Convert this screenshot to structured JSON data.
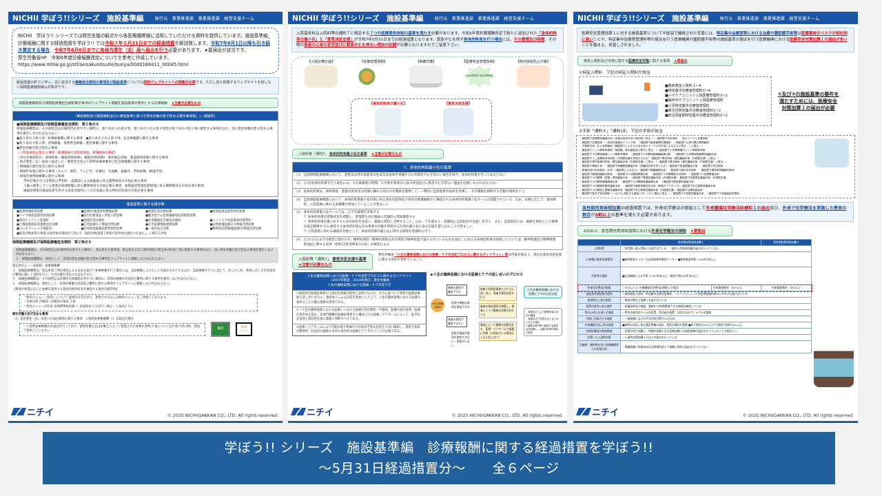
{
  "panels": [
    {
      "header": {
        "title": "NICHII 学ぼう!!シリーズ　施設基準編",
        "publisher": "発行元　事業推進部　事業推進課　経営支援チーム"
      },
      "intro": {
        "p1": "NICHII　学ぼう!! シリーズでは経営支援の観点から各医療機関様に活用していただける資料を提供しています。施設基準編_診療報酬に関する経過措置を学ぼう!! では",
        "p1_red": "令和７年５月31日までの経過措置",
        "p2": "を解説致します。",
        "p2_blue": "令和7年6月1日以降も引き続き算定する場合",
        "p2b": "、",
        "p2_red": "令和7年6月6日までに各地方厚生（支）局へ届出を行う",
        "p3": "必要があります。★要届出が該当です。",
        "p4": "厚生労働省HP　令和6年度診療報酬改定についてを参考に作成しています。",
        "url": "https://www.mhlw.go.jp/stf/seisakunitsuite/bunya/0000188411_00045.html"
      },
      "notice": {
        "a": "経過措置の終了に伴い、次に該当する",
        "a_blue": "療養担当規則の事項及び施設基準",
        "b": "については",
        "b_red": "原則ウェブサイトへの掲載が必要",
        "c": "です。ただし自ら管理するウェブサイトを有しない保険医療機関等は対象外です。"
      },
      "tag": {
        "text": "保険医療機関及び保険医療養担当規則掲示事項のウェブサイト掲載を施設基準の要件とする診療報酬",
        "star": "★注意が必要なもの"
      },
      "section1": {
        "bar": "「療担規則及び薬担規則並びに療担基準に基づき厚生労働大臣が定める掲示事項等」（一部抜粋）",
        "heading": "■保険医療機関及び保険医療養担当規則　第２条の６",
        "lines": [
          "保険医療機関は、その病院又は診療所内の見やすい場所に、第５条の３の第４項、第５条の３の２第４項及び第５条の４第２項に規定する事項のほか、別に厚生労働大臣が定める事項を掲示しなければならない",
          "●第５条の３第４項：食事療養費に関する事項　●第５条の３の２第４項：生活療養費に関する事項",
          "●第５条の４第２項：評価療養、患者申出療養、選定療養に関する事項",
          "●厚生労働大臣が定める事項",
          "・入院基本料に関する事項（看護要員の対患者割合、看護要員の構成）",
          "・DPC対象病院の、基礎係数、機能評価係数Ⅰ、機能評価係数Ⅱ、救急補正係数、激変緩和係数に関する事項",
          "・地方厚生（支）局長へ届出した、算定告示及び入院時食事療養及び生活療養費に関する事項",
          "・明細書の発行状況に関する事項",
          "・保険外負担に関する事項（オムツ、病衣、テレビ代、文書料、交通費、容器代、予防接種、郵送代等）",
          "・保険外併用療養費に関する事項",
          "予約診察を行う日時及び予約料　金属床による総義歯に係る費用徴収その他必要な事項",
          "う蝕に罹患している患者の指導管理に係る費用徴収その他必要な事項　金属歯冠修復指導管理に係る費用徴収その他必要な事項",
          "眼鏡装用率の軽減効果を有する多焦点眼内レンズの支給に係る特別の料金その他必要な事項"
        ]
      },
      "section2": {
        "bar": "施設基準に関する掲示等",
        "items": [
          "■医療情報取得加算",
          "■医療DX推進体制整備加算",
          "■地域包括診療加算",
          "■後発医薬品使用体制加算",
          "■バイオ後続品使用体制加算",
          "■協力対象施設入所者入院加算",
          "■難治性がん性疼痛緩和指導管理加算",
          "",
          "■院内トリアージ実施料",
          "■地域包括診療料",
          "■外来腫瘍化学療法診療料",
          "■ハイリスク妊産婦共同管理料",
          "■介護保険施設等連携往診加算",
          "■在宅医療ＤＸ情報活用加算",
          "■在宅医療情報連携加算",
          "■訪問看護医療ＤＸ情報活用加算",
          "■コンタクトレンズ検査料",
          "■外来後発医薬品使用体制加算",
          "■一般名処方加算",
          "■精神科訪問看護医療DX情報活用加算"
        ],
        "last": "■医科点数表第２章第10部手術の通則の５及び６（歯科点数表第２章第９部手術の通則４を含む。）に掲げる手術"
      },
      "section3": {
        "heading": "保険医療機関及び保険医療養担当規則　第２条の６",
        "quote": "保険医療機関は、その病院又は診療所内の見やすい場所に、第五条の三第四項、第五条の三の二第四項及び第五条の四第二項に規定する事項のほか、別に厚生労働大臣が定める事項を掲示しなければならない。\n２　保険医療機関は、原則として、前項の厚生労働大臣が定める事項をウェブサイトに掲載しなければならない。",
        "sub": "第五条の三（一部抜粋）食事療養費",
        "lines": [
          "３　保険医療機関は、第五条第二項の規定による支払を受けて食事療養を行う場合には、当該療養にふさわしい内容のものとするほか、当該療養を行うに当たり、あらかじめ、患者に対しその内容及び費用に関して説明を行い、その同意を得なければならない。",
          "４　保険医療機関は、その病院又は診療所の病棟等の見やすい場所に、前項の療養の内容及び費用に関する事項を掲示しなければならない。",
          "５　保険医療機関は、原則として、前項の療養の内容及び費用に関する事項をウェブサイトに掲載しなければならない。"
        ],
        "example_title": "【患者の希望に応じた食事を提供する場合の特別料金を徴収する場合の掲示例】",
        "example": "「特別メニュー（有料）について 医師の許可があり、希望される方には特別メニューをご用意しております。\n・対象日時 月曜日～日曜日の毎日 夕食\n・特別メニューの料金 食事標準負担額 ＋ 追加料金 1,100円（税込・１食あたり）」",
        "minister_title": "厚生労働大臣が定める事項",
        "minister_line": "（3）地方厚生（支）局長への届出事項に関する事項　入院時食事療養費（Ⅰ）の届出の場合",
        "example2": "「入院時食事療養(Ⅰ)の届出を行っており、管理栄養士又は栄養士によって管理された食事を適時(夕食については午後６時以降)、適温で提供しています。」",
        "board_label": "掲示",
        "web_label": "WEB\nサイト"
      },
      "footer": {
        "logo": "ニチイ",
        "copyright": "© 2025  NICHIIGAKKAN CO., LTD. All rights reserved."
      }
    },
    {
      "header": {
        "title": "NICHII 学ぼう!!シリーズ　施設基準編",
        "publisher": "発行元　事業推進部　事業推進課　経営支援チーム"
      },
      "intro": {
        "a": "入院基本料は入院料等の通則７に規定する",
        "a_blue": "７つの医療提供体制の基準を満たす",
        "b": "必要があります。令和6年度診療報酬改定で新たに追加された",
        "b_red": "「身体的拘束の最小化」と「意思決定支援」",
        "c": "が令和7年5月31日までの経過措置となります。緊急やむを得ず",
        "c_blue": "身体的拘束を行う場合",
        "d": "には、",
        "d_red": "その態様及び時間",
        "e": "、その際の",
        "e_red": "患者の心身の状況並びに緊急やむを得ない理由の記録",
        "f": "が必要となりますのでご留意下さい。"
      },
      "pictograms": [
        {
          "label": "【入院診療計画】"
        },
        {
          "label": "【栄養管理体制】"
        },
        {
          "label": "【褥瘡対策】"
        },
        {
          "label": "【医療安全管理体制】",
          "badge": "Incident accident"
        },
        {
          "label": "【院内感染防止対策】"
        }
      ],
      "highlight": [
        {
          "label": "【身体的拘束の最小化】"
        },
        {
          "label": "【意思決定支援】"
        }
      ],
      "tag1": {
        "prefix": "入院料等「通則7」",
        "title": "身体的拘束最小化の基準",
        "star": "★注意が必要なもの"
      },
      "criteria": {
        "bar": "7．身体的拘束最小化の基準",
        "rows": [
          {
            "no": "(1)",
            "text": "当該保険医療機関において、患者又は他の患者等の生命又は身体を保護するため緊急やむを得ない場合を除き、身体的拘束を行ってはならない"
          },
          {
            "no": "(2)",
            "text": "(1)の身体的拘束を行う場合には、その態様及び時間、その際の患者の心身の状況並びに緊急やむを得ない理由を記録しなければならない"
          },
          {
            "no": "(3)",
            "text": "身体的拘束は、抑制帯等、患者の身体又は衣服に触れる何らかの用具を使用して、一時的に当該患者の身体を拘束し、その運動を抑制する行動の制限をいう"
          },
          {
            "no": "(4)",
            "text": "当該保険医療機関において、身体的拘束最小化対策に係る専任の医師及び専任の看護職員から構成される身体的拘束最小化チームが設置されている　なお、必要に応じて、薬剤師等、入院医療に携わる多職種が参加していることが望ましい"
          },
          {
            "no": "(5)",
            "text": "身体的拘束最小化チームでは、以下の業務を実施する\nア 身体的拘束の実施状況を把握し、管理者を含む職員に定期的に周知徹底する\nイ 身体的拘束を最小化するための指針を作成し、職員に周知し活用すること。なお、アを踏まえ、定期的に当該指針の見直しを行う　また、当該指針には、鎮静を目的とした薬物の適正使用や(3)に規定する身体的拘束以外の患者の行動を制限する行為の最小化に係る内容を盛り込むことが望ましい\nウ 入院患者に係わる職員を対象として、身体的拘束の最小化に関する研修を定期的に行う"
          },
          {
            "no": "(6)",
            "text": "(1)から(5)までの規定に関わらず、精神科病院（精神科病院以外の病院で精神病室が設けられているものを含む）における身体的拘束の取扱いについては、精神保健及び精神障害者福祉に関する法律（昭和25年法律第123号）の規定による"
          }
        ]
      },
      "tag2": {
        "prefix": "入院料等「通則7」",
        "title": "意思決定支援の基準",
        "star": "★注意が必要なもの"
      },
      "guideline_note": {
        "a": "厚生労働省",
        "a_red": "「人生の最終段階における医療・ケアの決定プロセスに関するガイドライン」等",
        "b": "の内容を踏まえ、適切な意思決定支援に関する指針を定めていること"
      },
      "guideline": {
        "head1": "人生の最終段階における医療・ケアの決定プロセスに関するガイドライン",
        "head2": "（2007年制定、2018年改訂）厚生労働省",
        "head3": "人生の最終段階における医療・ケアの在り方",
        "items": [
          "①医師等の医療従事者から適切な情報の提供と説明がなされ、それに基づいて患者が医療従事者と話し合いを行い、患者本人による決定を基本とした上で、人生の最終段階における医療を進めることが最も重要な原則である。",
          "②「人生の最終段階における医療」における医療行為の開始・不開始、医療内容の変更、医療行為の中止等は、多専門職種の医療従事者から構成される医療・ケアチームによって、医学的妥当性と適切性を基に慎重に判断すべきである。",
          "③医療・ケアチームにより可能な限り疼痛やその他の不快な症状を十分に緩和し、患者や家族の精神的・社会的な援助も含めた総合的な医療とケアを行うことが必要である。"
        ]
      },
      "process": {
        "title": "▶人生の最終段階における医療とケアの話し合いのプロセス",
        "center": "十分な情報の提供",
        "left1": "患者の意思が確認できる",
        "left2": "家族が患者の意思を推定できる",
        "left3": "患者の意思が確認できない",
        "left4": "家族が患者の意思を推定できない・家族がいない",
        "mid1": "患者と医療従事者とが十分に話し合い、患者が意思決定を行う",
        "mid2": "患者の推定意思を尊重し、患者にとって最善の治療方針をとる",
        "mid3": "患者にとって最善の治療方針を、医療・ケアチームで慎重に判断（※家族がいる場合は十分に話し合う）",
        "result": "人生の最終段階における医療とケアの方針決定",
        "side": "・病態などにより医療内容の決定が困難\n・家族の中で意見がまとまらないなどの場合\n→複数の専門家で構成する委員会を設置し、治療方針等の検討や助言"
      },
      "footer": {
        "logo": "ニチイ",
        "copyright": "© 2025  NICHIIGAKKAN CO., LTD. All rights reserved."
      }
    },
    {
      "header": {
        "title": "NICHII 学ぼう!!シリーズ　施設基準編",
        "publisher": "発行元　事業推進部　事業推進課　経営支援チーム"
      },
      "intro": {
        "a": "医療安全管理加算１に対する施設基準について中医協で議論された背景には、",
        "a_blue": "特定集中治療室等における治療や腹腔鏡手術等",
        "b": "は",
        "b_red": "医療事故のリスクが相対的に高い",
        "c": "ことや、特定集中治療室管理料等の届出を行う医療機関や腹腔鏡手術等の施設基準の届出を行う医療機関における",
        "c_red": "医療安全対策加算１の届出が多い",
        "d": "ことを踏まえ、見直しされました。"
      },
      "tag1": {
        "prefix": "特定入院料及び手術に関する",
        "title": "医療安全対策",
        "suffix": "に関する事項",
        "star": "★要届出"
      },
      "sub1": {
        "title": "①特定入院料　下記の特定入院料が該当",
        "items": [
          "■救命救急入院料１～4",
          "■特定集中治療室管理料1～4",
          "■ハイケアユニット入院医療管理料1～2",
          "■脳卒中ケアユニット入院医療管理料",
          "■小児特定集中治療室管理料",
          "■新生児特定集中治療室管理料1～2",
          "■総合周産期特定集中治療室管理料1～2"
        ]
      },
      "callout": "①及び②の施設基準の要件を満たすためには、医療安全対策加算１の届出が必要",
      "sub2": {
        "title": "②手術「通則４」「通則18」 下記の手術が該当",
        "lines": [
          "・胸腔鏡下縦隔悪性腫瘍手術（気管支形成を伴う肺切除に限る。）・胸腔鏡下弁形成術　・経カテーテル弁置換術",
          "・胸腔鏡下弁置換術　・経皮的僧帽弁クリップ術　・胸腔鏡下動脈管開存閉鎖術　・胸腔鏡下心房中隔欠損閉鎖術",
          "・不整脈手術（左心耳閉鎖術（胸腔鏡下によるもの及び経カテーテル的手術によるものに限る。）に限る。）",
          "・腹腔鏡下リンパ節群郭清術（後腹膜、傍大動脈及び側方に限る。）・腹腔鏡下小切開骨盤内リンパ節群郭清術",
          "・腹腔鏡下小切開後腹膜リンパ節群郭清術　・腹腔鏡下小切開後腹膜腫瘍摘出術　・腹腔鏡下小切開後腹膜悪性腫瘍手術",
          "・腹腔鏡下十二指腸局所切除術（内視鏡処置を併施するもの）・腹腔鏡下胃切除術（悪性腫瘍手術（内視鏡支援）に限る。）",
          "・腹腔鏡下噴門側胃切除術（悪性腫瘍手術（内視鏡支援）に限る。）・腹腔鏡下胃全摘術（悪性腫瘍手術（内視鏡支援）に限る。）",
          "・腹腔鏡下胃縮小術　・腹腔鏡下胆嚢悪性腫瘍手術（胆嚢床切除を伴うもの）・腹腔鏡下胆道閉鎖症手術　・腹腔鏡下肝切除術",
          "・移植用部分肝採取術（生体）（腹腔鏡によるもの）・腹腔鏡下膵腫瘍摘出術　・腹腔鏡下膵中央切除術　・腹腔鏡下膵体尾部腫瘍切除術",
          "・腹腔鏡下膵頭部腫瘍切除術　・腹腔鏡下小切開副腎摘出術　・腹腔鏡下小切開腎部分切除術　・腹腔鏡下小切開腎摘出術",
          "・腹腔鏡下小切開腎（尿管）悪性腫瘍手術　・腹腔鏡下腎悪性腫瘍手術（内視鏡支援）・腹腔鏡下尿管悪性腫瘍手術（内視鏡支援）",
          "・腹腔鏡下小切開尿管腫瘍摘出術　・腹腔鏡下小切開膀胱腫瘍摘出術　・腹腔鏡下膀胱悪性腫瘍手術",
          "・腹腔鏡下小切開膀胱悪性腫瘍手術　・腹腔鏡下膀胱尿管逆流手術（膀胱外アプローチ）・腹腔鏡下前立腺悪性腫瘍手術",
          "・腹腔鏡下小切開前立腺悪性腫瘍手術・腹腔鏡下前立腺悪性腫瘍手術（内視鏡支援）・腹腔鏡下仙骨腟固定術",
          "・腹腔鏡下腟式子宮全摘術（一の(3)に規定する患者に対して行う場合に限る。）・腹腔鏡下子宮悪性腫瘍手術　・腹腔鏡下子宮瘢痕部修復術"
        ]
      },
      "chemo_note": {
        "a_blue": "急性期充実体制加算",
        "a": "の経過措置では、外来化学療法の取組として",
        "b_red": "外来腫瘍化学療法診療料１の届出",
        "b": "及び、",
        "c_blue": "外来で化学療法を実施した患者の割合",
        "c": "が",
        "d_red": "6割以上",
        "d": "の基準を満たす必要があります。"
      },
      "tag2": {
        "prefix": "A200-2　急性期充実体制加算における",
        "title": "外来化学療法の体制",
        "star": "★要届出"
      },
      "table": {
        "headers": [
          "",
          "急性期充実体制加算１",
          "急性期充実体制加算２"
        ],
        "rows": [
          [
            "入院料等",
            "・急性期一般入院料１を届け出ている　・総合入院体制加算の届出を行っていない"
          ],
          [
            "24時間の救急医療提供",
            "■救命救急センター又は高度救命救急センター ■救急搬送件数 2,000件/年以上"
          ],
          [
            "手術等の実績",
            "■全身麻酔による手術 2,000件/年以上（緊急手術350件/年以上）"
          ],
          [
            "外来化学療法の取組",
            "・B001-2-12 外来腫瘍化学療法診療料１の届出",
            "外来実施割合：60%以上",
            "外来実施割合：60%以上"
          ],
          [
            "高度急性期医療の提供",
            "・救命救急入院料、特定集中治療室管理料、ハイケアユニット入院医療管理料等のいずれかを届け出ている"
          ],
          [
            "感染防止に係る取組",
            "・感染対策向上加算１を届け出ている"
          ],
          [
            "医療の提供に係る要件",
            "・画像診断及び検査、調剤を24時間実施できる体制を確保している"
          ],
          [
            "院内心停止を減らす取組",
            "・院内迅速対応チームの設置、責任者の配置、対応方法のマニュアルの整備"
          ],
          [
            "早期に回復させる取組",
            "・一般病棟における平均在院日数が14日以内"
          ],
          [
            "外来機能分化に係る取組",
            "■病院の初診に係る選定療養の届出、実費の徴収を実施 ■紹介割合50%以上かつ逆紹介割合30‰以上"
          ],
          [
            "医療従事者の負担軽減",
            "・処置の休日加算１、時間外加算１及び深夜加算１の施設基準の届出を行っていることが望ましい"
          ],
          [
            "充実した入退院支援",
            "・入退院支援加算１又は２の届出を行っている"
          ],
          [
            "回復期・慢性期を担う医療機関等との役割分担",
            "・療養病棟入院基本料又は地域包括ケア病棟入院料の届出を行っていない"
          ]
        ]
      },
      "footer": {
        "logo": "ニチイ",
        "copyright": "© 2025  NICHIIGAKKAN CO., LTD. All rights reserved."
      }
    }
  ],
  "banner": {
    "line1": "学ぼう!! シリーズ　施設基準編　診療報酬に関する経過措置を学ぼう!!",
    "line2": "～5月31日経過措置分～　　全６ページ"
  },
  "colors": {
    "brand_blue": "#1a56a5",
    "banner_blue": "#21609d",
    "accent_red": "#d1161b",
    "link_blue": "#1b4f9b"
  }
}
